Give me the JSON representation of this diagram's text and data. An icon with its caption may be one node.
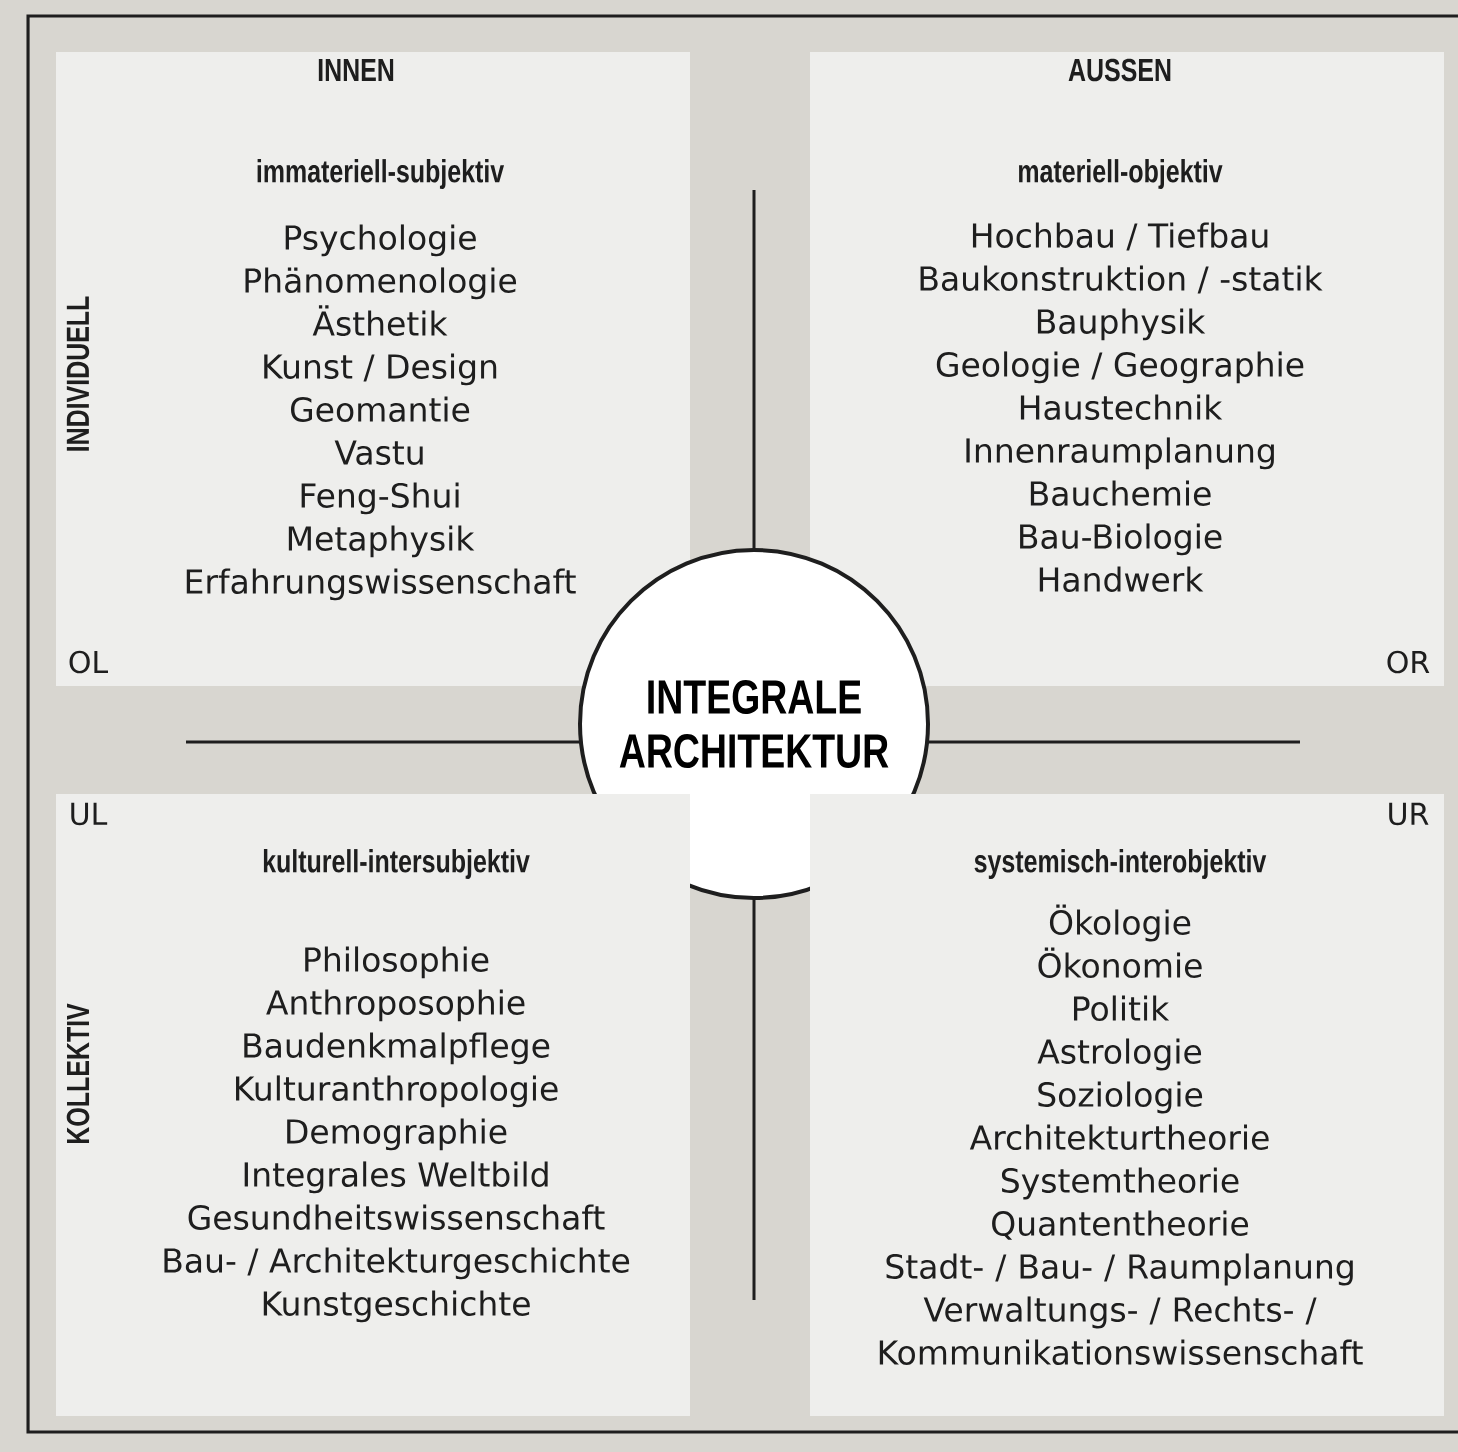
{
  "diagram": {
    "nodes": [
      {
        "text": [
          "immateriell-subjektiv",
          "Psychologie",
          "Phänomenologie",
          "Ästhetik",
          "Kunst / Design",
          "Geomantie",
          "Vastu",
          "Feng-Shui",
          "Metaphysik",
          "Erfahrungswissenschaft"
        ]
      },
      {
        "text": [
          "materiell-objektiv",
          "Hochbau / Tiefbau",
          "Baukonstruktion / -statik",
          "Bauphysik",
          "Geologie / Geographie",
          "Haustechnik",
          "Innenraumplanung",
          "Bauchemie",
          "Bau-Biologie",
          "Handwerk"
        ]
      },
      {
        "text": [
          "INTEGRALE ARCHITEKTUR"
        ]
      },
      {
        "text": [
          "kulturell-intersubjektiv",
          "Philosophie",
          "Anthroposophie",
          "Baudenkmalpflege",
          "Kulturanthropologie",
          "Demographie",
          "Integrales Weltbild",
          "Gesundheitswissenschaft",
          "Bau- / Architekturgeschichte",
          "Kunstgeschichte"
        ]
      },
      {
        "text": [
          "systemisch-interobjektiv",
          "Ökologie",
          "Ökonomie",
          "Politik",
          "Astrologie",
          "Soziologie",
          "Architekturtheorie",
          "Systemtheorie",
          "Quantentheorie",
          "Stadt- / Bau- / Raumplanung",
          "Verwaltungs- / Rechts- / Kommunikationswissenschaft"
        ]
      }
    ],
    "labels": [
      "INNEN",
      "AUSSEN",
      "INDIVIDUELL",
      "OL",
      "OR",
      "UL",
      "UR",
      "KOLLEKTIV"
    ]
  }
}
